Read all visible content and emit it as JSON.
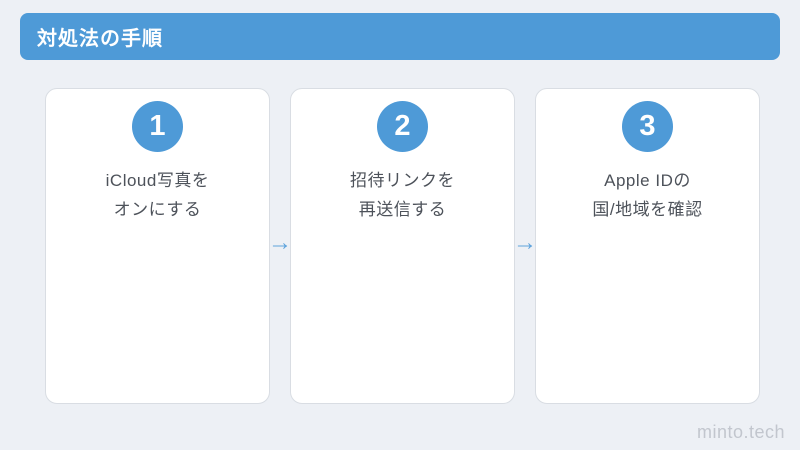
{
  "colors": {
    "bg": "#edf0f5",
    "accent": "#4e9ad7",
    "card-border": "#d9dde3",
    "text": "#4d525a",
    "arrow": "#5ea3dc",
    "watermark": "#c2c6ce"
  },
  "header": {
    "title": "対処法の手順"
  },
  "steps": [
    {
      "number": "1",
      "line1": "iCloud写真を",
      "line2": "オンにする"
    },
    {
      "number": "2",
      "line1": "招待リンクを",
      "line2": "再送信する"
    },
    {
      "number": "3",
      "line1": "Apple IDの",
      "line2": "国/地域を確認"
    }
  ],
  "arrow_glyph": "→",
  "footer": {
    "watermark": "minto.tech"
  }
}
